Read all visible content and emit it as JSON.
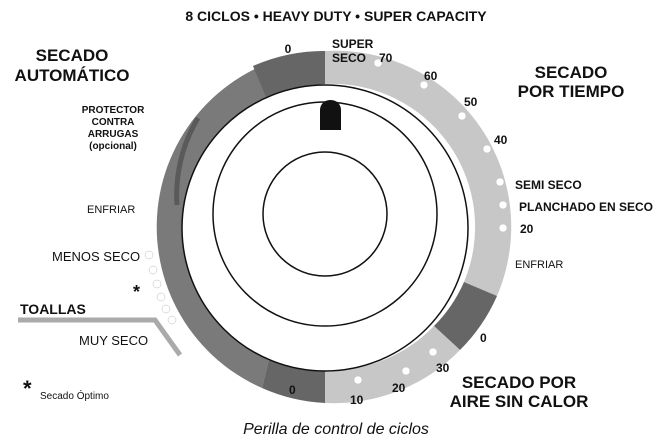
{
  "header": {
    "title": "8 CICLOS • HEAVY DUTY • SUPER CAPACITY"
  },
  "caption": "Perilla de control de ciclos",
  "footnote": {
    "mark": "*",
    "text": "Secado Óptimo"
  },
  "left": {
    "auto_heading": [
      "SECADO",
      "AUTOMÁTICO"
    ],
    "protector": [
      "PROTECTOR",
      "CONTRA",
      "ARRUGAS",
      "(opcional)"
    ],
    "enfriar": "ENFRIAR",
    "menos_seco": "MENOS SECO",
    "star": "*",
    "toallas": "TOALLAS",
    "muy_seco": "MUY SECO"
  },
  "right": {
    "timed_heading": [
      "SECADO",
      "POR TIEMPO"
    ],
    "super_seco": [
      "SUPER",
      "SECO"
    ],
    "semi_seco": "SEMI SECO",
    "planchado": "PLANCHADO EN SECO",
    "enfriar": "ENFRIAR",
    "air_heading": [
      "SECADO POR",
      "AIRE SIN CALOR"
    ]
  },
  "numbers": {
    "zero_top": "0",
    "n70": "70",
    "n60": "60",
    "n50": "50",
    "n40": "40",
    "n20": "20",
    "zero_right": "0",
    "n30": "30",
    "n20b": "20",
    "n10": "10",
    "zero_bottom": "0"
  },
  "colors": {
    "dark_gray": "#7a7a7a",
    "darker_gray": "#666666",
    "light_gray": "#c7c7c7",
    "pointer": "#111111"
  }
}
